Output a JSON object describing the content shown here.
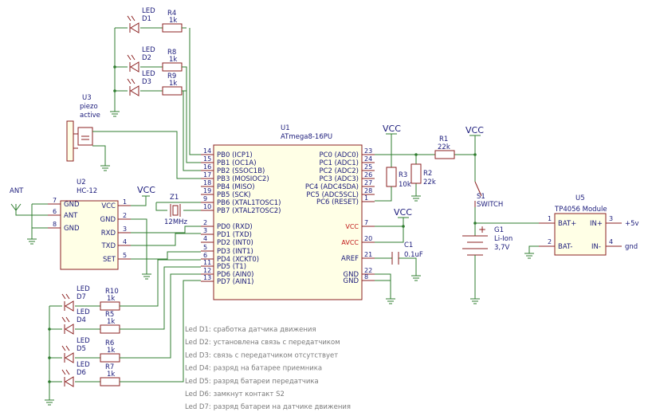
{
  "u1": {
    "ref": "U1",
    "value": "ATmega8-16PU",
    "left_pins": [
      {
        "num": "14",
        "name": "PB0 (ICP1)"
      },
      {
        "num": "15",
        "name": "PB1 (OC1A)"
      },
      {
        "num": "16",
        "name": "PB2 (SSOC1B)"
      },
      {
        "num": "17",
        "name": "PB3 (MOSIOC2)"
      },
      {
        "num": "18",
        "name": "PB4 (MISO)"
      },
      {
        "num": "19",
        "name": "PB5 (SCK)"
      },
      {
        "num": "9",
        "name": "PB6 (XTAL1TOSC1)"
      },
      {
        "num": "10",
        "name": "PB7 (XTAL2TOSC2)"
      },
      {
        "num": "2",
        "name": "PD0 (RXD)"
      },
      {
        "num": "3",
        "name": "PD1 (TXD)"
      },
      {
        "num": "4",
        "name": "PD2 (INT0)"
      },
      {
        "num": "5",
        "name": "PD3 (INT1)"
      },
      {
        "num": "6",
        "name": "PD4 (XCKT0)"
      },
      {
        "num": "11",
        "name": "PD5 (T1)"
      },
      {
        "num": "12",
        "name": "PD6 (AIN0)"
      },
      {
        "num": "13",
        "name": "PD7 (AIN1)"
      }
    ],
    "right_pins": [
      {
        "num": "23",
        "name": "PC0 (ADC0)"
      },
      {
        "num": "24",
        "name": "PC1 (ADC1)"
      },
      {
        "num": "25",
        "name": "PC2 (ADC2)"
      },
      {
        "num": "26",
        "name": "PC3 (ADC3)"
      },
      {
        "num": "27",
        "name": "PC4 (ADC4SDA)"
      },
      {
        "num": "28",
        "name": "PC5 (ADC5SCL)"
      },
      {
        "num": "1",
        "name": "PC6 (RESET)"
      },
      {
        "num": "7",
        "name": "VCC"
      },
      {
        "num": "20",
        "name": "AVCC"
      },
      {
        "num": "21",
        "name": "AREF"
      },
      {
        "num": "22",
        "name": "GND"
      },
      {
        "num": "8",
        "name": "GND"
      }
    ]
  },
  "u2": {
    "ref": "U2",
    "value": "HC-12",
    "left_pins": [
      {
        "num": "7",
        "name": "GND"
      },
      {
        "num": "6",
        "name": "ANT"
      },
      {
        "num": "8",
        "name": "GND"
      }
    ],
    "right_pins": [
      {
        "num": "1",
        "name": "VCC"
      },
      {
        "num": "2",
        "name": "GND"
      },
      {
        "num": "3",
        "name": "RXD"
      },
      {
        "num": "4",
        "name": "TXD"
      },
      {
        "num": "5",
        "name": "SET"
      }
    ]
  },
  "u3": {
    "ref": "U3",
    "value1": "piezo",
    "value2": "active"
  },
  "u5": {
    "ref": "U5",
    "value": "TP4056 Module",
    "left_pins": [
      {
        "num": "1",
        "name": "BAT+"
      },
      {
        "num": "2",
        "name": "BAT-"
      }
    ],
    "right_pins": [
      {
        "num": "3",
        "name": "IN+",
        "net": "+5v"
      },
      {
        "num": "4",
        "name": "IN-",
        "net": "gnd"
      }
    ]
  },
  "ant": "ANT",
  "vcc": "VCC",
  "z1": {
    "ref": "Z1",
    "value": "12MHz"
  },
  "c1": {
    "ref": "C1",
    "value": "0.1uF"
  },
  "g1": {
    "ref": "G1",
    "value1": "Li-Ion",
    "value2": "3,7V"
  },
  "s1": {
    "ref": "S1",
    "value": "SWITCH"
  },
  "r1": {
    "ref": "R1",
    "value": "22k"
  },
  "r2": {
    "ref": "R2",
    "value": "22k"
  },
  "r3": {
    "ref": "R3",
    "value": "10k"
  },
  "leds_top": [
    {
      "led": "LED",
      "ref": "D1",
      "rref": "R4",
      "rval": "1k"
    },
    {
      "led": "LED",
      "ref": "D2",
      "rref": "R8",
      "rval": "1k"
    },
    {
      "led": "LED",
      "ref": "D3",
      "rref": "R9",
      "rval": "1k"
    }
  ],
  "leds_bottom": [
    {
      "led": "LED",
      "ref": "D7",
      "rref": "R10",
      "rval": "1k"
    },
    {
      "led": "LED",
      "ref": "D4",
      "rref": "R5",
      "rval": "1k"
    },
    {
      "led": "LED",
      "ref": "D5",
      "rref": "R6",
      "rval": "1k"
    },
    {
      "led": "LED",
      "ref": "D6",
      "rref": "R7",
      "rval": "1k"
    }
  ],
  "notes": [
    {
      "key": "Led D1:",
      "text": "сработка датчика движения"
    },
    {
      "key": "Led D2:",
      "text": "установлена связь с передатчиком"
    },
    {
      "key": "Led D3:",
      "text": "связь с передатчиком отсутствует"
    },
    {
      "key": "Led D4:",
      "text": "разряд на батарее приемника"
    },
    {
      "key": "Led D5:",
      "text": "разряд батареи передатчика"
    },
    {
      "key": "Led D6:",
      "text": "замкнут контакт S2"
    },
    {
      "key": "Led D7:",
      "text": "разряд батареи на датчике движения"
    }
  ]
}
